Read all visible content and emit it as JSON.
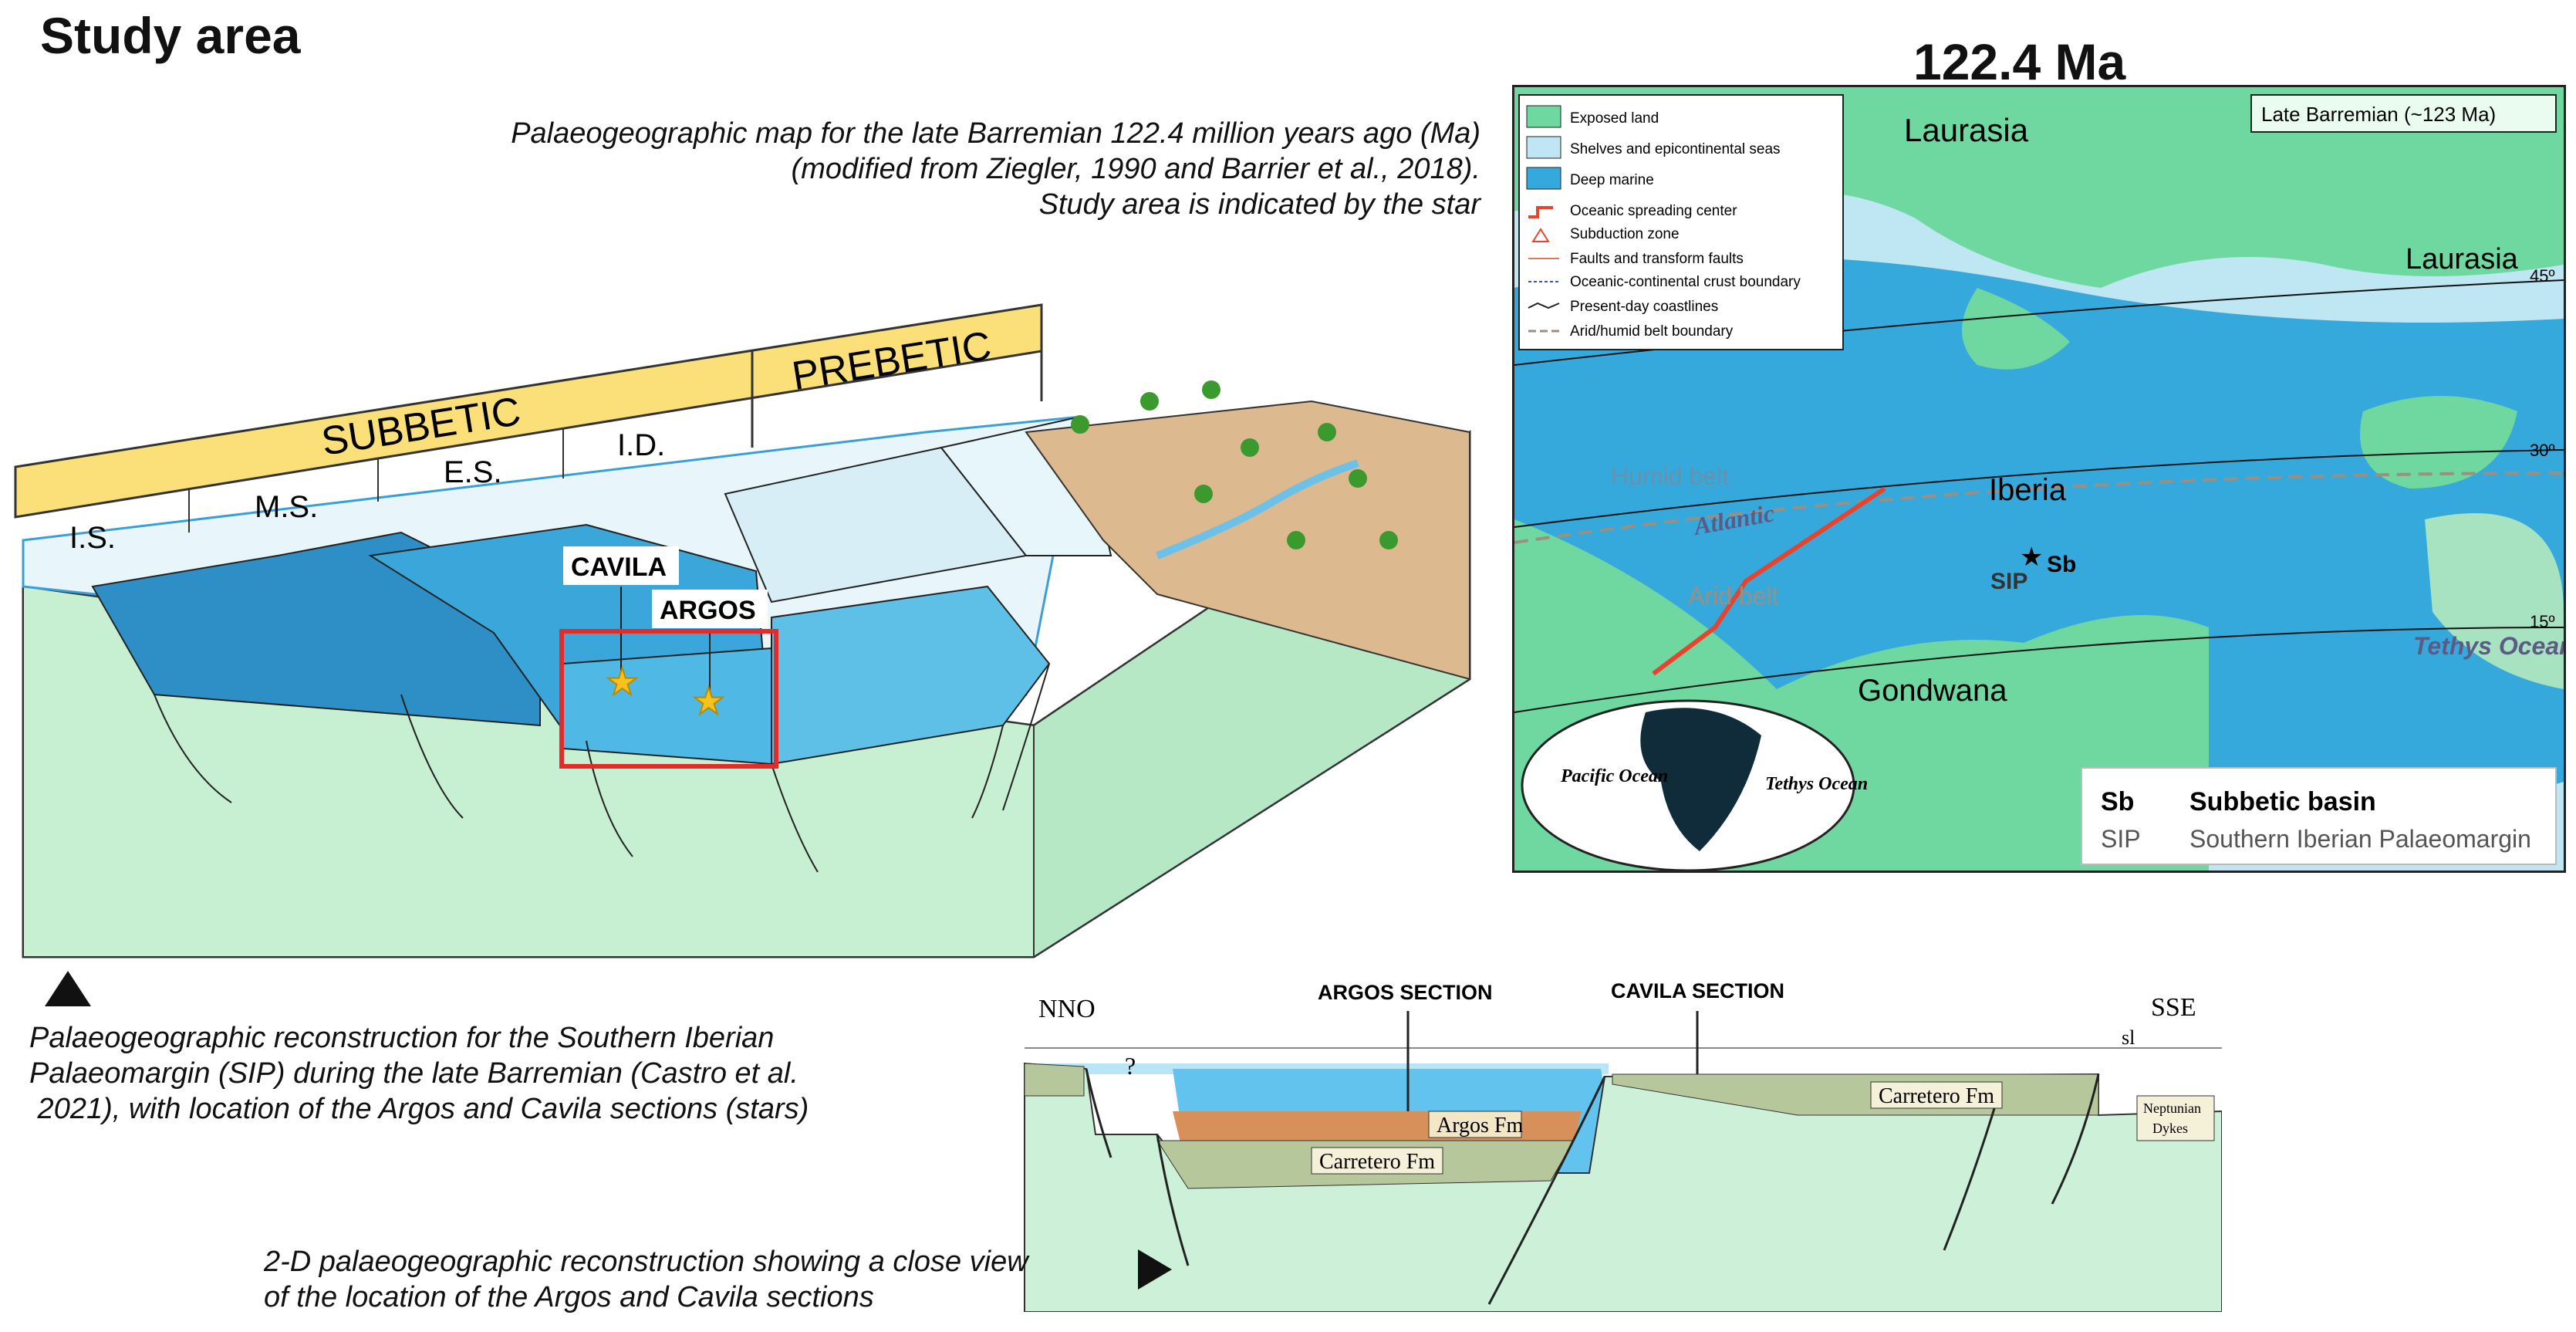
{
  "page_title": "Study area",
  "map": {
    "title": "122.4 Ma",
    "caption_lines": [
      "Palaeogeographic map for the late Barremian 122.4 million years ago (Ma)",
      "(modified from Ziegler, 1990 and Barrier et al., 2018).",
      "Study area is indicated by the star"
    ],
    "stage_label": "Late Barremian (~123 Ma)",
    "legend": [
      {
        "label": "Exposed land",
        "color": "#6fd7a0"
      },
      {
        "label": "Shelves and epicontinental seas",
        "color": "#bfe7f3"
      },
      {
        "label": "Deep marine",
        "color": "#36a9dc"
      },
      {
        "label": "Oceanic spreading center",
        "color": "#e8432c"
      },
      {
        "label": "Subduction zone",
        "color": "#e8432c"
      },
      {
        "label": "Faults and transform faults",
        "color": "#e07a5a"
      },
      {
        "label": "Oceanic-continental crust boundary",
        "color": "#3557b7"
      },
      {
        "label": "Present-day coastlines",
        "color": "#222222"
      },
      {
        "label": "Arid/humid belt boundary",
        "color": "#9a8f80"
      }
    ],
    "place_labels": {
      "laurasia_1": "Laurasia",
      "laurasia_2": "Laurasia",
      "iberia": "Iberia",
      "gondwana": "Gondwana",
      "humid_belt": "Humid belt",
      "arid_belt": "Arid belt",
      "atlantic": "Atlantic",
      "tethys_ocean": "Tethys Ocean",
      "sb": "Sb",
      "sip": "SIP"
    },
    "latitudes": [
      "45º",
      "30º",
      "15º"
    ],
    "globe": {
      "pacific": "Pacific Ocean",
      "tethys": "Tethys Ocean"
    },
    "abbreviations": [
      {
        "abbr": "Sb",
        "meaning": "Subbetic basin"
      },
      {
        "abbr": "SIP",
        "meaning": "Southern Iberian Palaeomargin"
      }
    ]
  },
  "block_diagram": {
    "banner_subbetic": "SUBBETIC",
    "banner_prebetic": "PREBETIC",
    "zones": [
      "I.S.",
      "M.S.",
      "E.S.",
      "I.D."
    ],
    "sites": [
      "CAVILA",
      "ARGOS"
    ],
    "caption_lines": [
      "Palaeogeographic reconstruction for the Southern Iberian",
      "Palaeomargin (SIP) during the late Barremian (Castro et al.",
      " 2021), with location of the Argos and Cavila sections (stars)"
    ]
  },
  "cross_section": {
    "left_label": "NNO",
    "right_label": "SSE",
    "argos_section": "ARGOS SECTION",
    "cavila_section": "CAVILA SECTION",
    "question": "?",
    "sl": "sl",
    "argos_fm": "Argos Fm",
    "carretero_fm_left": "Carretero Fm",
    "carretero_fm_right": "Carretero Fm",
    "neptunian_1": "Neptunian",
    "neptunian_2": "Dykes",
    "caption_lines": [
      "2-D palaeogeographic reconstruction showing a close view",
      "of the location of the Argos and Cavila sections"
    ]
  }
}
